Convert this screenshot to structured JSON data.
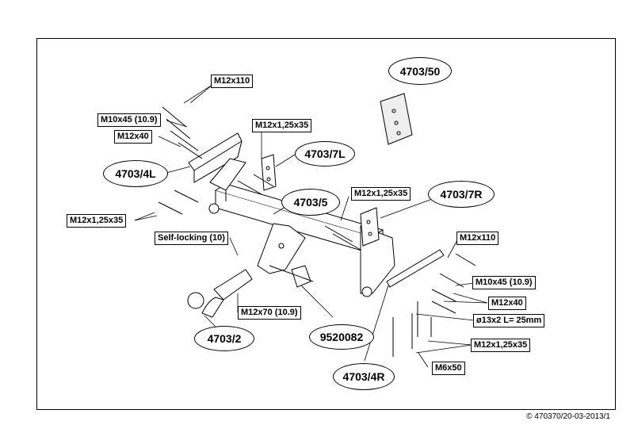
{
  "parts": {
    "p4703_50": "4703/50",
    "p4703_7L": "4703/7L",
    "p4703_4L": "4703/4L",
    "p4703_5": "4703/5",
    "p4703_7R": "4703/7R",
    "p4703_2": "4703/2",
    "p9520082": "9520082",
    "p4703_4R": "4703/4R"
  },
  "labels": {
    "m12x110_top": "M12x110",
    "m10x45_left": "M10x45 (10.9)",
    "m12x40_left": "M12x40",
    "m12x125x35_top": "M12x1,25x35",
    "m12x125x35_left": "M12x1,25x35",
    "self_locking": "Self-locking (10)",
    "m12x125x35_mid": "M12x1,25x35",
    "m12x110_right": "M12x110",
    "m10x45_right": "M10x45 (10.9)",
    "m12x40_right": "M12x40",
    "pin": "ø13x2 L= 25mm",
    "m12x125x35_right": "M12x1,25x35",
    "m6x50": "M6x50",
    "m12x70": "M12x70 (10.9)"
  },
  "footer": {
    "copyright": "© 470370/20-03-2013/1"
  }
}
